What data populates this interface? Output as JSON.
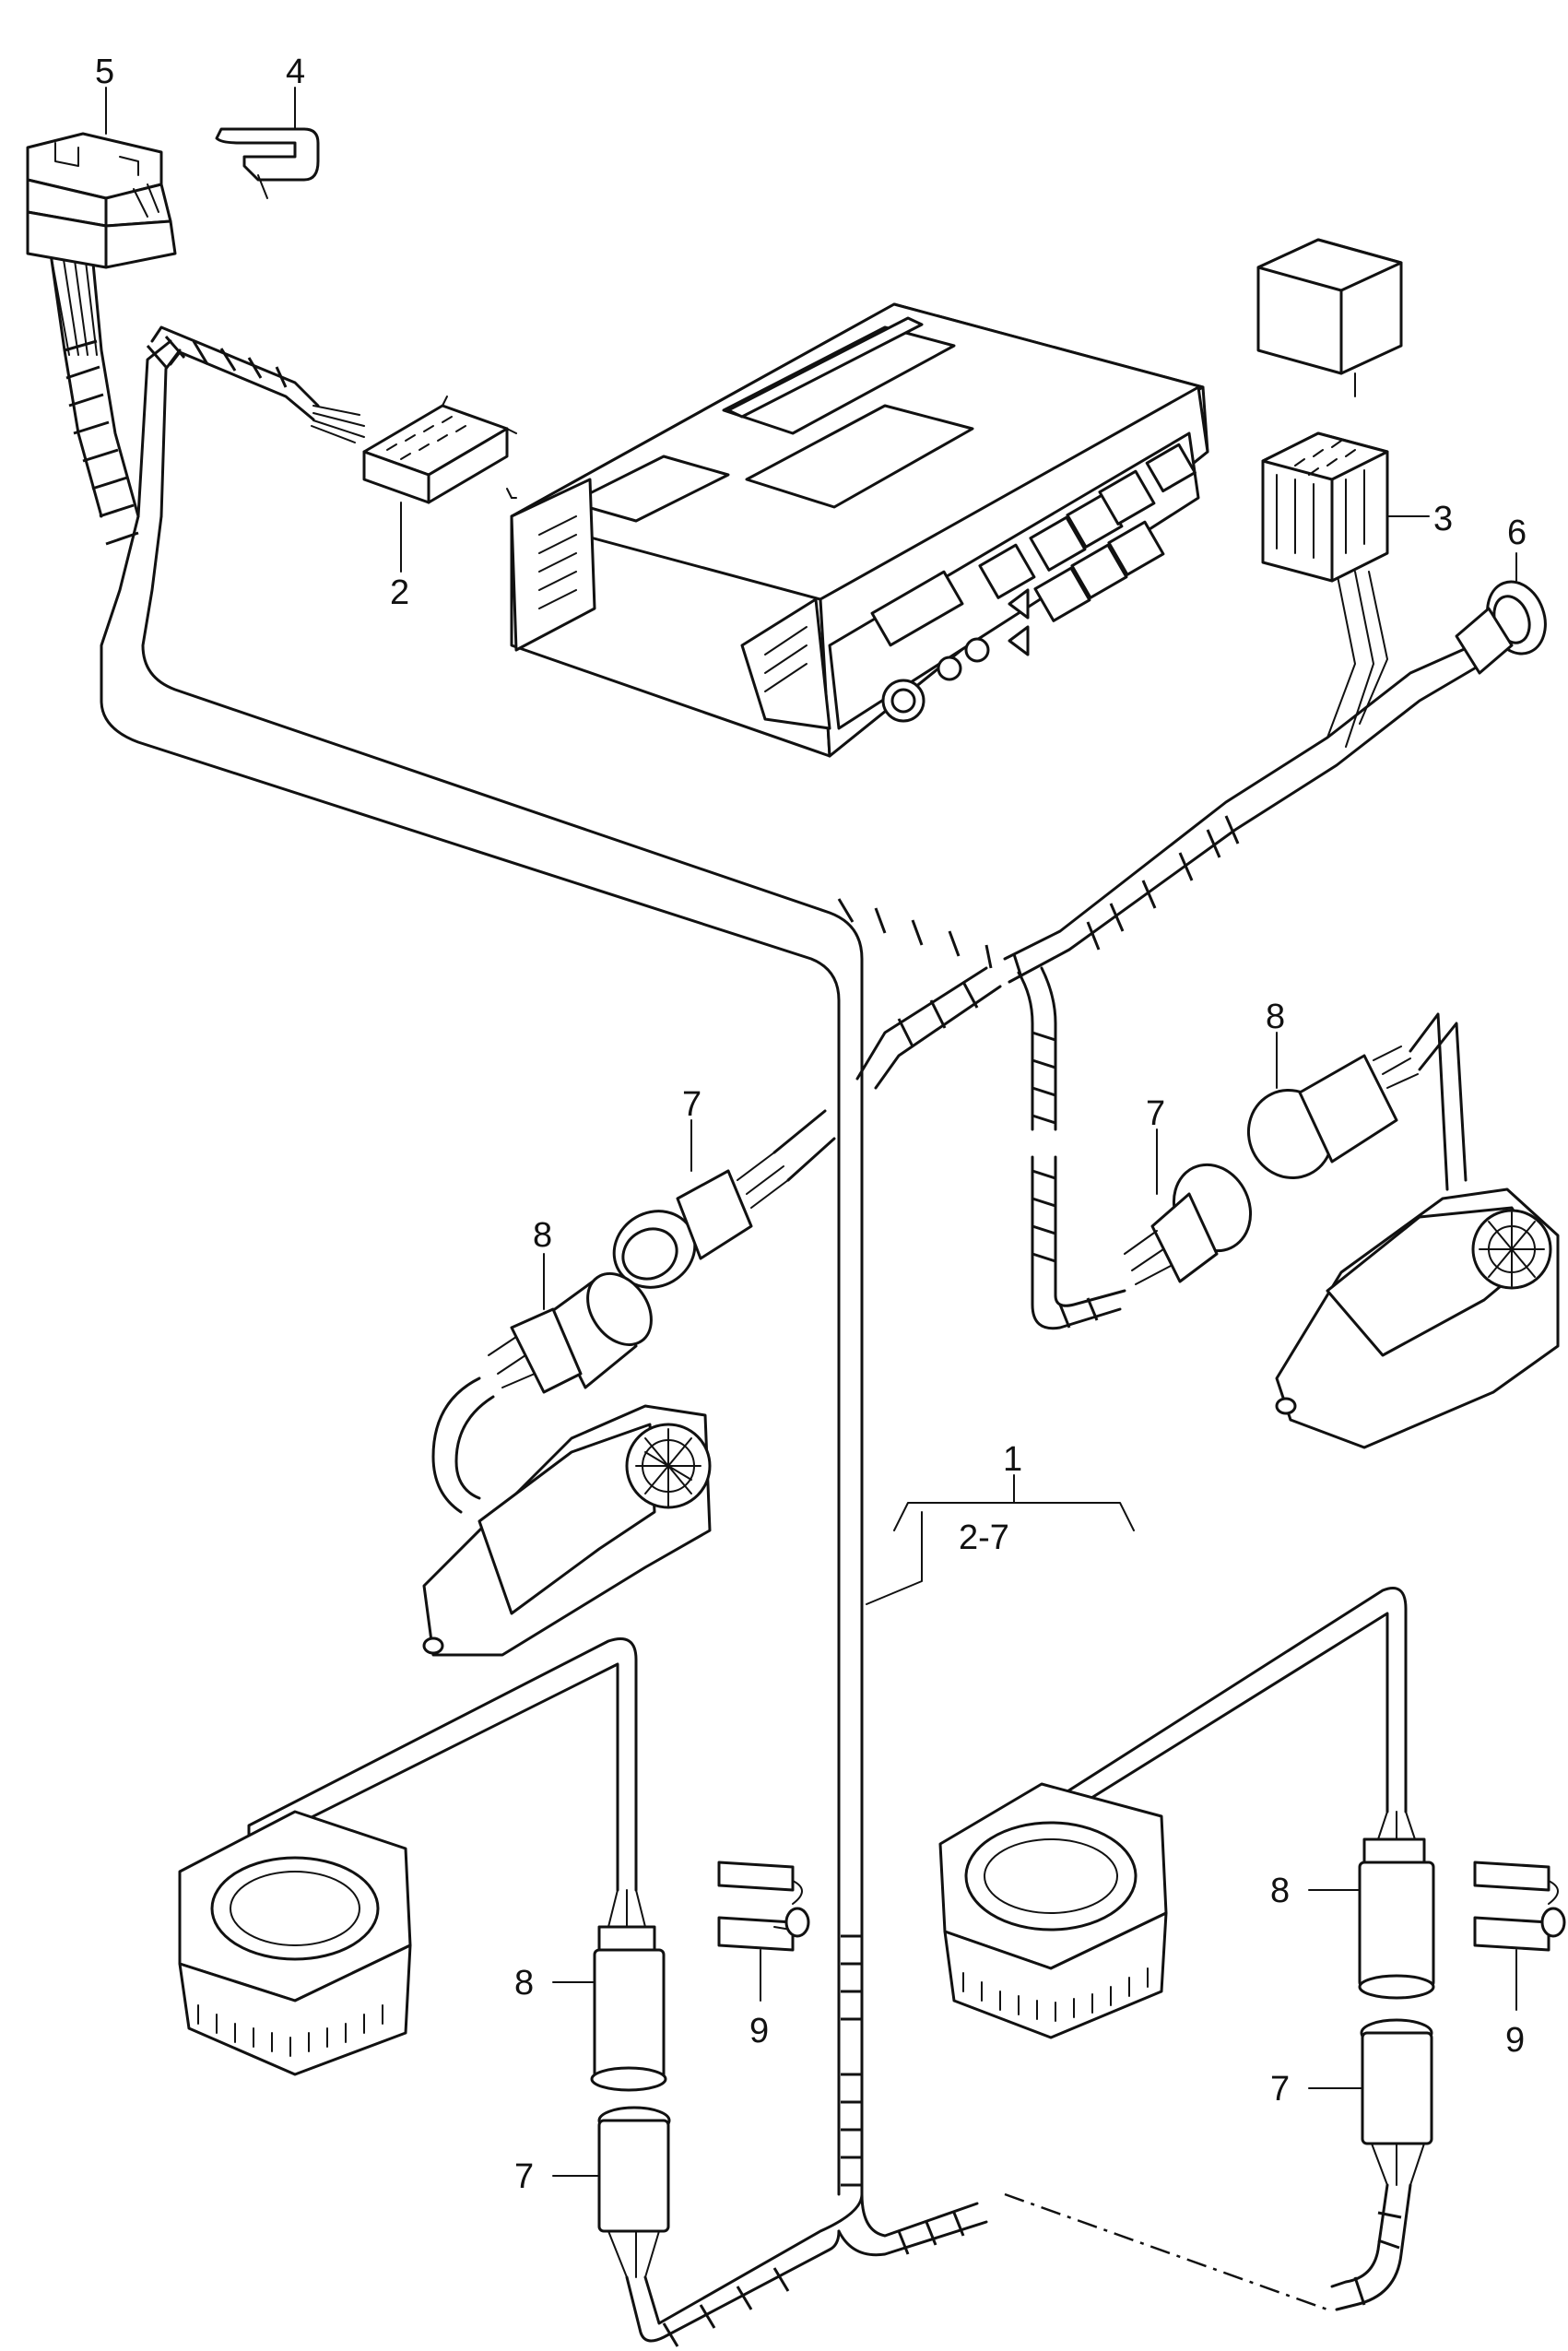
{
  "callouts": {
    "c1": "1",
    "c1_range": "2-7",
    "c2": "2",
    "c3": "3",
    "c4": "4",
    "c5": "5",
    "c6": "6",
    "c7a": "7",
    "c7b": "7",
    "c7c": "7",
    "c7d": "7",
    "c8a": "8",
    "c8b": "8",
    "c8c": "8",
    "c8d": "8",
    "c9a": "9",
    "c9b": "9"
  }
}
